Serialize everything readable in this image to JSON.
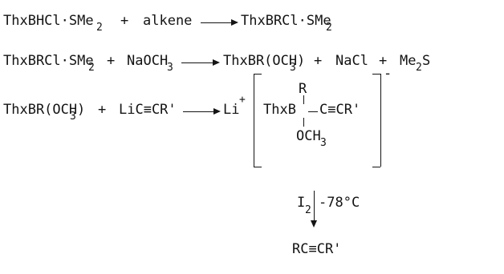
{
  "reaction1": {
    "r1_reactant": "ThxBHCl·SMe",
    "r1_reactant_sub": "2",
    "r1_plus": "+",
    "r1_reagent": "alkene",
    "r1_product": "ThxBRCl·SMe",
    "r1_product_sub": "2"
  },
  "reaction2": {
    "r2_reactant": "ThxBRCl·SMe",
    "r2_reactant_sub": "2",
    "r2_plus": "+",
    "r2_reagent": "NaOCH",
    "r2_reagent_sub": "3",
    "r2_product": "ThxBR(OCH",
    "r2_product_sub": "3",
    "r2_product_close": ")",
    "r2_plus2": "+",
    "r2_byproduct1": "NaCl",
    "r2_plus3": "+",
    "r2_byproduct2": "Me",
    "r2_byproduct2_sub": "2",
    "r2_byproduct2_tail": "S"
  },
  "reaction3": {
    "r3_reactant": "ThxBR(OCH",
    "r3_reactant_sub": "3",
    "r3_reactant_close": ")",
    "r3_plus": "+",
    "r3_reagent": "LiC≡CR'",
    "r3_cation": "Li",
    "r3_cation_charge": "+",
    "complex_r_group": "R",
    "complex_main": "ThxB",
    "complex_alkyne": "C≡CR'",
    "complex_methoxy": "OCH",
    "complex_methoxy_sub": "3",
    "complex_charge": "-"
  },
  "step4": {
    "reagent": "I",
    "reagent_sub": "2",
    "temperature": "-78°C",
    "final_product": "RC≡CR'"
  }
}
